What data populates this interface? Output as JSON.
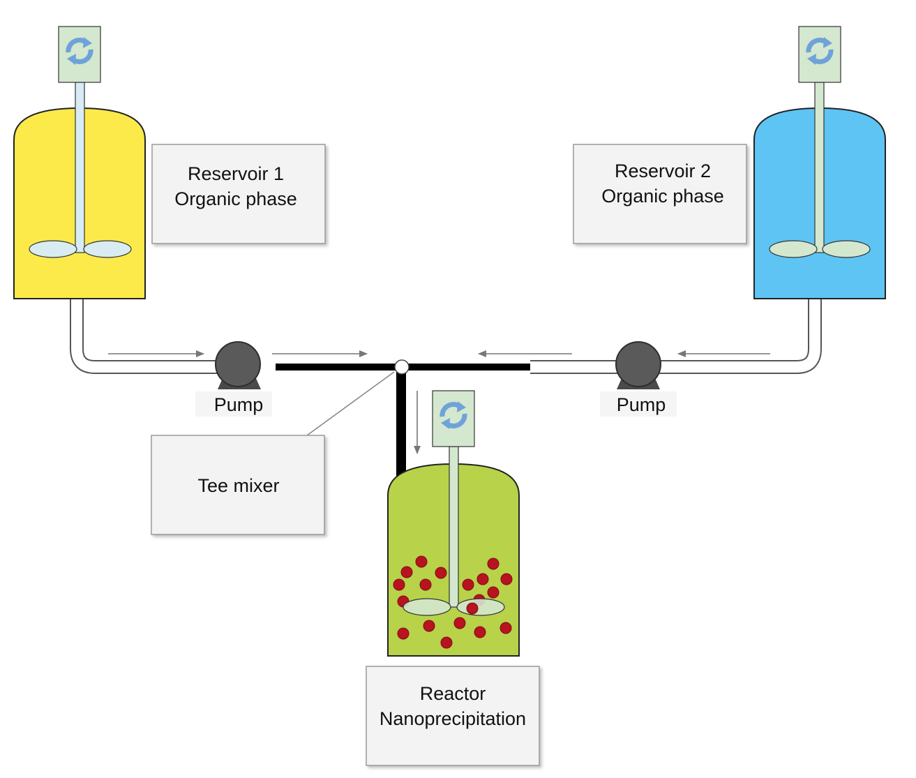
{
  "colors": {
    "reservoir1_fill": "#FBEA4A",
    "reservoir2_fill": "#5EC4F4",
    "reactor_fill": "#B8D24A",
    "stirrer_fill": "#D4E7CF",
    "shaft1_fill": "#D7ECF5",
    "impeller_fill": "#D8ECF2",
    "pump_fill": "#5A5A5A",
    "particle_fill": "#B8131F",
    "label_box_fill": "#F3F3F3",
    "pipe_black": "#000000",
    "arrow_gray": "#777777"
  },
  "icons": {
    "stirrer_motor": "refresh-icon",
    "pump": "pump-icon"
  },
  "labels": {
    "reservoir1_line1": "Reservoir 1",
    "reservoir1_line2": "Organic phase",
    "reservoir2_line1": "Reservoir 2",
    "reservoir2_line2": "Organic phase",
    "pump_left": "Pump",
    "pump_right": "Pump",
    "tee_mixer": "Tee mixer",
    "reactor_line1": "Reactor",
    "reactor_line2": "Nanoprecipitation"
  }
}
